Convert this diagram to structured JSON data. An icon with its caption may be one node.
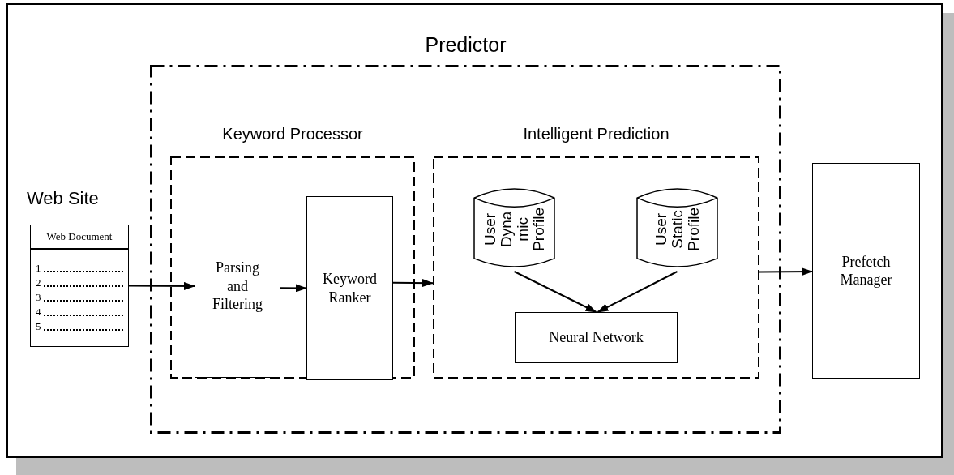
{
  "diagram": {
    "nodes": [
      {
        "text": [
          "Predictor"
        ]
      },
      {
        "text": [
          "Keyword Processor"
        ],
        "in": 0
      },
      {
        "text": [
          "Intelligent Prediction"
        ],
        "in": 0
      },
      {
        "text": [
          "Web Site",
          "Web Document",
          "1",
          "2",
          "3",
          "4",
          "5"
        ]
      },
      {
        "text": [
          "Parsing and Filtering"
        ],
        "in": 1
      },
      {
        "text": [
          "Keyword Ranker"
        ],
        "in": 1
      },
      {
        "text": [
          "User Dyna mic Profile"
        ],
        "in": 2
      },
      {
        "text": [
          "User Static Profile"
        ],
        "in": 2
      },
      {
        "text": [
          "Neural Network"
        ],
        "in": 2
      },
      {
        "text": [
          "Prefetch Manager"
        ]
      }
    ],
    "edges": [
      {
        "from": 3,
        "to": 4,
        "arrow": "to"
      },
      {
        "from": 4,
        "to": 5,
        "arrow": "to"
      },
      {
        "from": 5,
        "to": 2,
        "arrow": "to"
      },
      {
        "from": 2,
        "to": 9,
        "arrow": "to"
      },
      {
        "from": 6,
        "to": 8,
        "arrow": "to"
      },
      {
        "from": 7,
        "to": 8,
        "arrow": "to"
      }
    ]
  }
}
